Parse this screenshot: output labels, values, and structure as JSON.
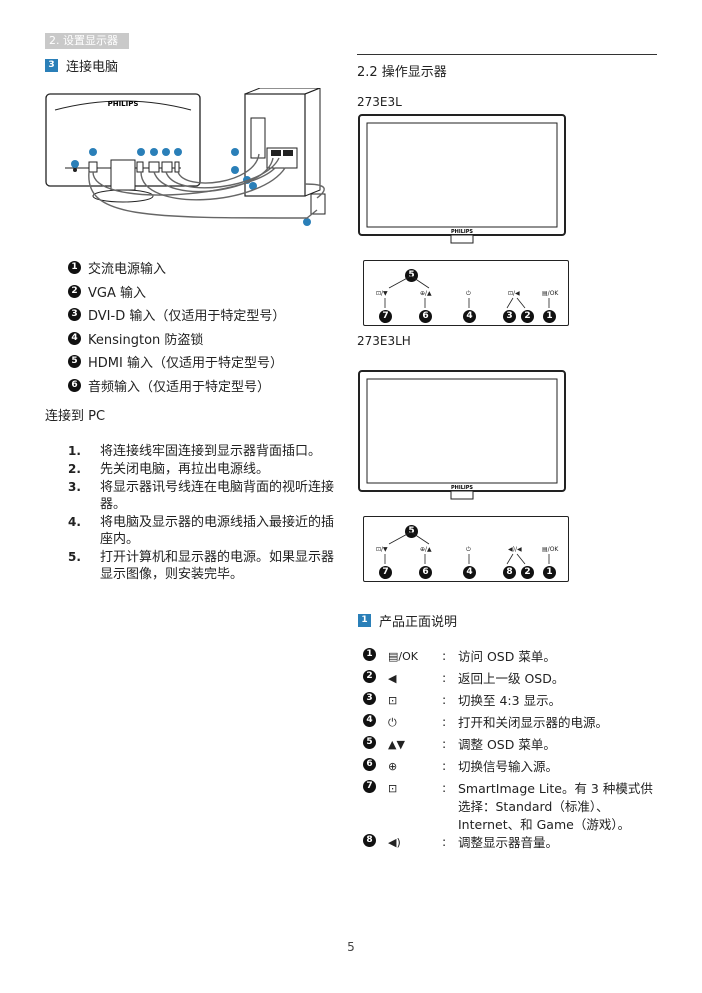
{
  "header_tab": "2. 设置显示器",
  "left": {
    "section_num": "3",
    "section_title": "连接电脑",
    "diagram_brand": "PHILIPS",
    "connectors": [
      {
        "num": "1",
        "label": "交流电源输入"
      },
      {
        "num": "2",
        "label": "VGA 输入"
      },
      {
        "num": "3",
        "label": "DVI-D 输入（仅适用于特定型号）"
      },
      {
        "num": "4",
        "label": "Kensington 防盗锁"
      },
      {
        "num": "5",
        "label": "HDMI 输入（仅适用于特定型号）"
      },
      {
        "num": "6",
        "label": "音频输入（仅适用于特定型号）"
      }
    ],
    "connect_pc_title": "连接到 PC",
    "steps": [
      {
        "n": "1.",
        "text": "将连接线牢固连接到显示器背面插口。"
      },
      {
        "n": "2.",
        "text": "先关闭电脑，再拉出电源线。"
      },
      {
        "n": "3.",
        "text": "将显示器讯号线连在电脑背面的视听连接器。"
      },
      {
        "n": "4.",
        "text": "将电脑及显示器的电源线插入最接近的插座内。"
      },
      {
        "n": "5.",
        "text": "打开计算机和显示器的电源。如果显示器显示图像，则安装完毕。"
      }
    ]
  },
  "right": {
    "section_title": "2.2 操作显示器",
    "model1": "273E3L",
    "model2": "273E3LH",
    "monitor_brand": "PHILIPS",
    "panel1": {
      "labels": [
        "⊡/▼",
        "⊕/▲",
        "⏻",
        "⊡/◀",
        "▤/OK"
      ],
      "nums": [
        "7",
        "6",
        "4",
        "3",
        "2",
        "1"
      ],
      "top": "5"
    },
    "panel2": {
      "labels": [
        "⊡/▼",
        "⊕/▲",
        "⏻",
        "◀)/◀",
        "▤/OK"
      ],
      "nums": [
        "7",
        "6",
        "4",
        "8",
        "2",
        "1"
      ],
      "top": "5"
    },
    "sub_num": "1",
    "sub_title": "产品正面说明",
    "functions": [
      {
        "num": "1",
        "icon": "▤/OK",
        "text": "访问 OSD 菜单。"
      },
      {
        "num": "2",
        "icon": "◀",
        "text": "返回上一级 OSD。"
      },
      {
        "num": "3",
        "icon": "⊡",
        "text": "切换至 4:3 显示。"
      },
      {
        "num": "4",
        "icon": "⏻",
        "text": "打开和关闭显示器的电源。"
      },
      {
        "num": "5",
        "icon": "▲▼",
        "text": "调整 OSD 菜单。"
      },
      {
        "num": "6",
        "icon": "⊕",
        "text": "切换信号输入源。"
      },
      {
        "num": "7",
        "icon": "⊡",
        "text": "SmartImage Lite。有 3 种模式供选择：Standard（标准）、Internet、和 Game（游戏）。"
      },
      {
        "num": "8",
        "icon": "◀)",
        "text": "调整显示器音量。"
      }
    ]
  },
  "page_number": "5"
}
